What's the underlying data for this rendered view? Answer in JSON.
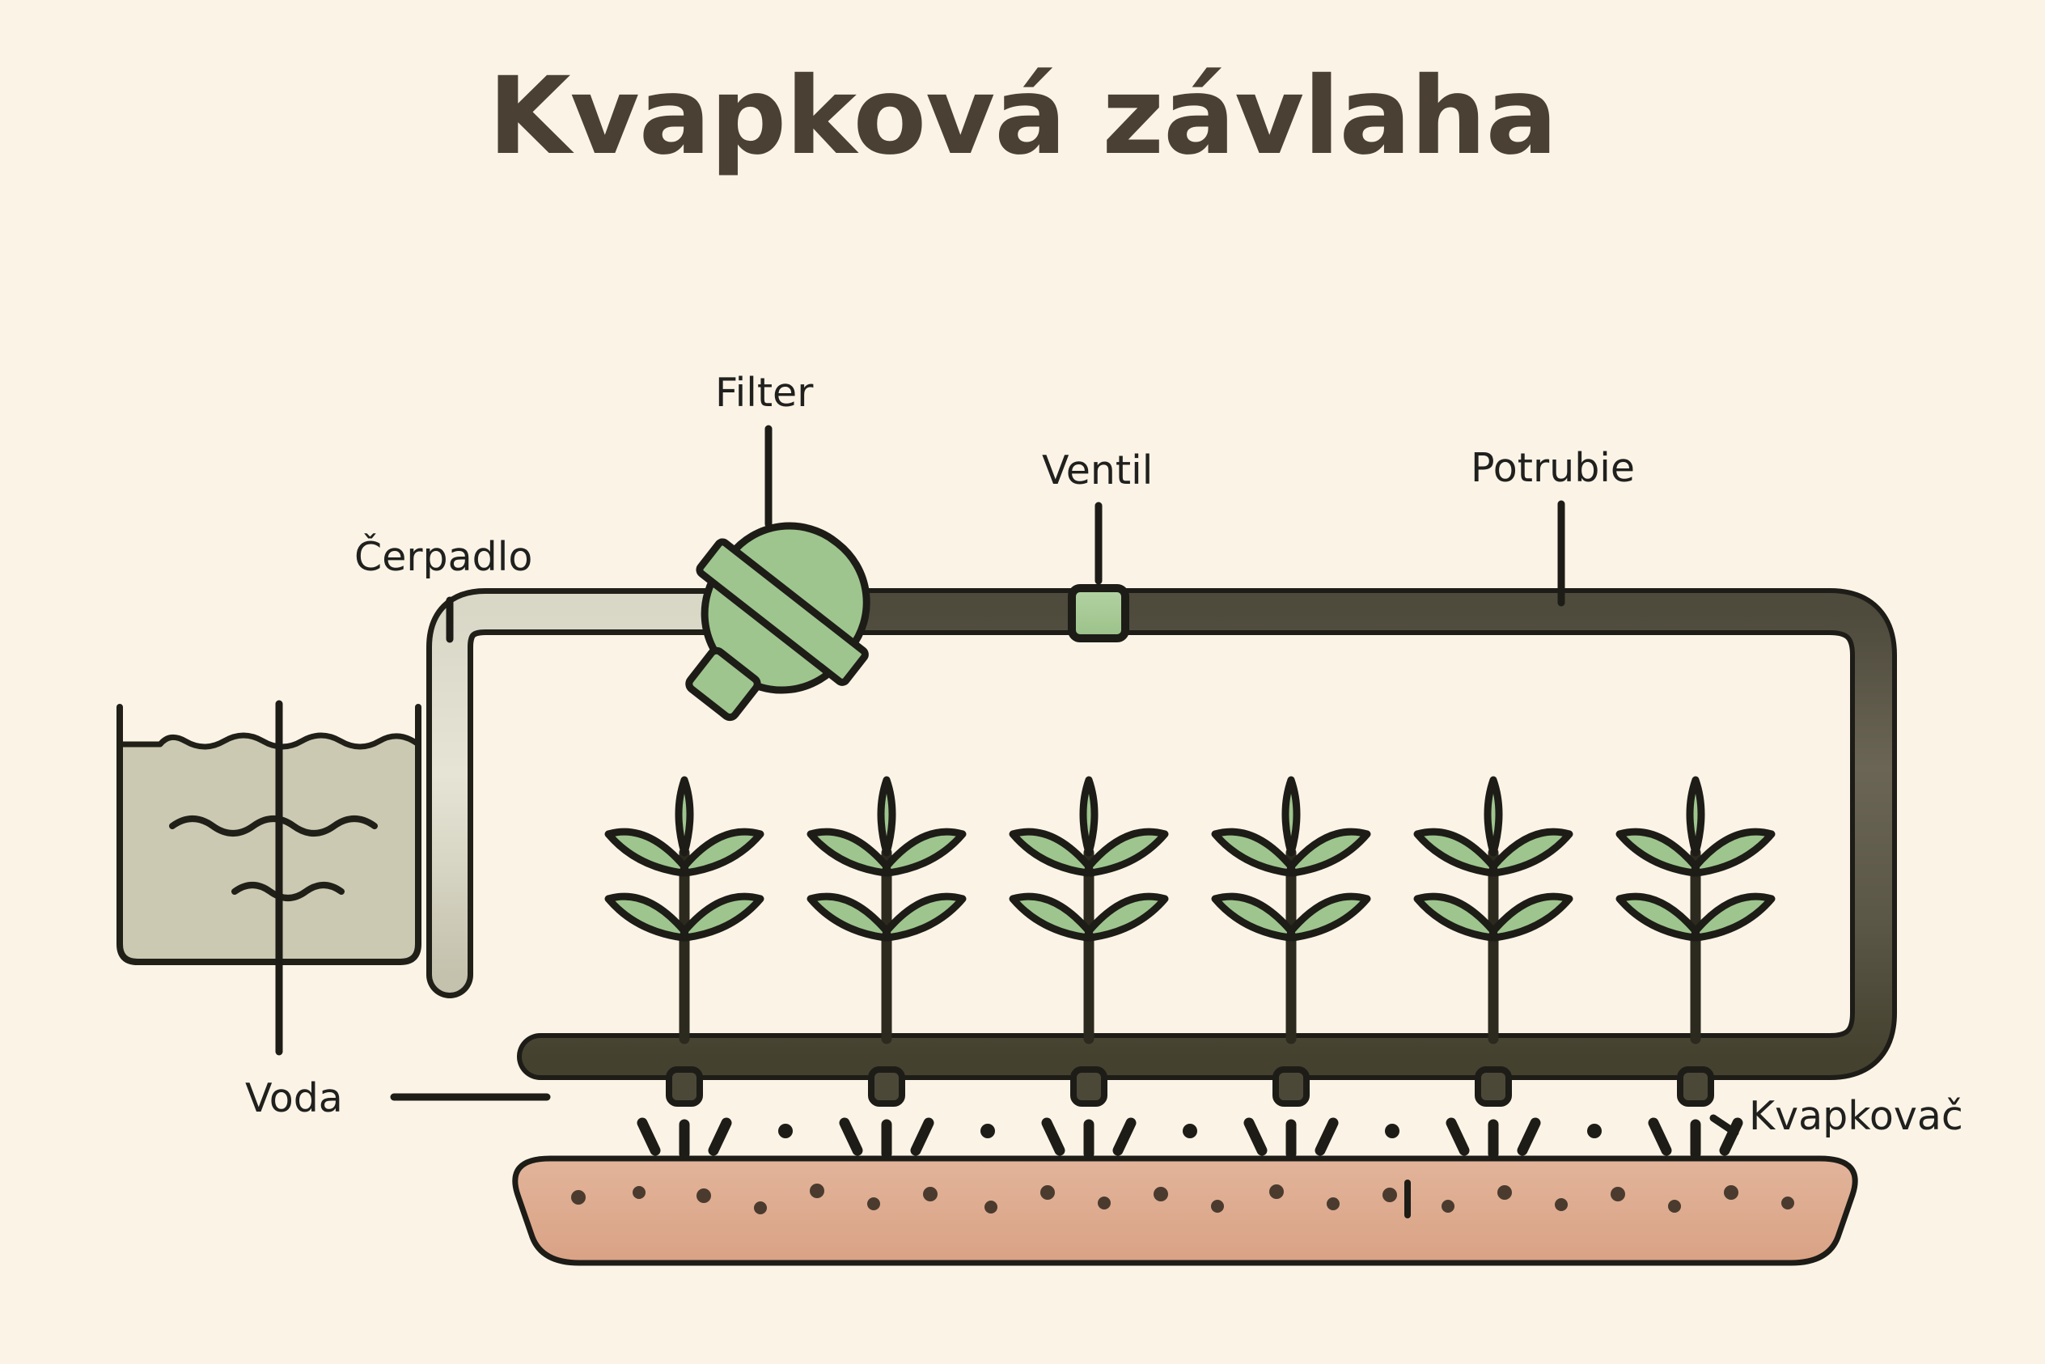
{
  "title": "Kvapková závlaha",
  "theme": {
    "background": "#fbf4e6",
    "title_color": "#4a4034",
    "label_color": "#20201e",
    "outline": "#1d1c17",
    "pipe_dark": "#5c5848",
    "pipe_light": "#cfcdb9",
    "water_fill": "#cbc9b2",
    "plant_green": "#9ec58e",
    "soil": "#dfae94",
    "soil_dot": "#4a3b2e"
  },
  "labels": {
    "filter": "Filter",
    "valve": "Ventil",
    "pipe": "Potrubie",
    "pump": "Čerpadlo",
    "water": "Voda",
    "dripper": "Kvapkovač"
  },
  "diagram": {
    "type": "drip-irrigation-schematic",
    "components": [
      {
        "id": "water-tank",
        "label": "Voda",
        "note": "open-top reservoir with wavy water surface and two wave lines"
      },
      {
        "id": "pump",
        "label": "Čerpadlo",
        "note": "light sage suction pipe rising from tank"
      },
      {
        "id": "filter",
        "label": "Filter",
        "note": "green tilted canister with band, square flange and outlet nozzle"
      },
      {
        "id": "valve",
        "label": "Ventil",
        "note": "green rounded square inline on main pipe"
      },
      {
        "id": "main-pipe",
        "label": "Potrubie",
        "note": "dark pipe running right, U-turn, back left above plants"
      },
      {
        "id": "dripper",
        "label": "Kvapkovač",
        "note": "six emitters beneath lateral pipe releasing droplets"
      },
      {
        "id": "plant-row",
        "label": "",
        "note": "six identical plants with five leaves each"
      },
      {
        "id": "soil-bed",
        "label": "",
        "note": "salmon soil strip with scattered dark specks"
      }
    ],
    "plant_count": 6,
    "dripper_count": 6,
    "plant_leaf_count": 5
  }
}
